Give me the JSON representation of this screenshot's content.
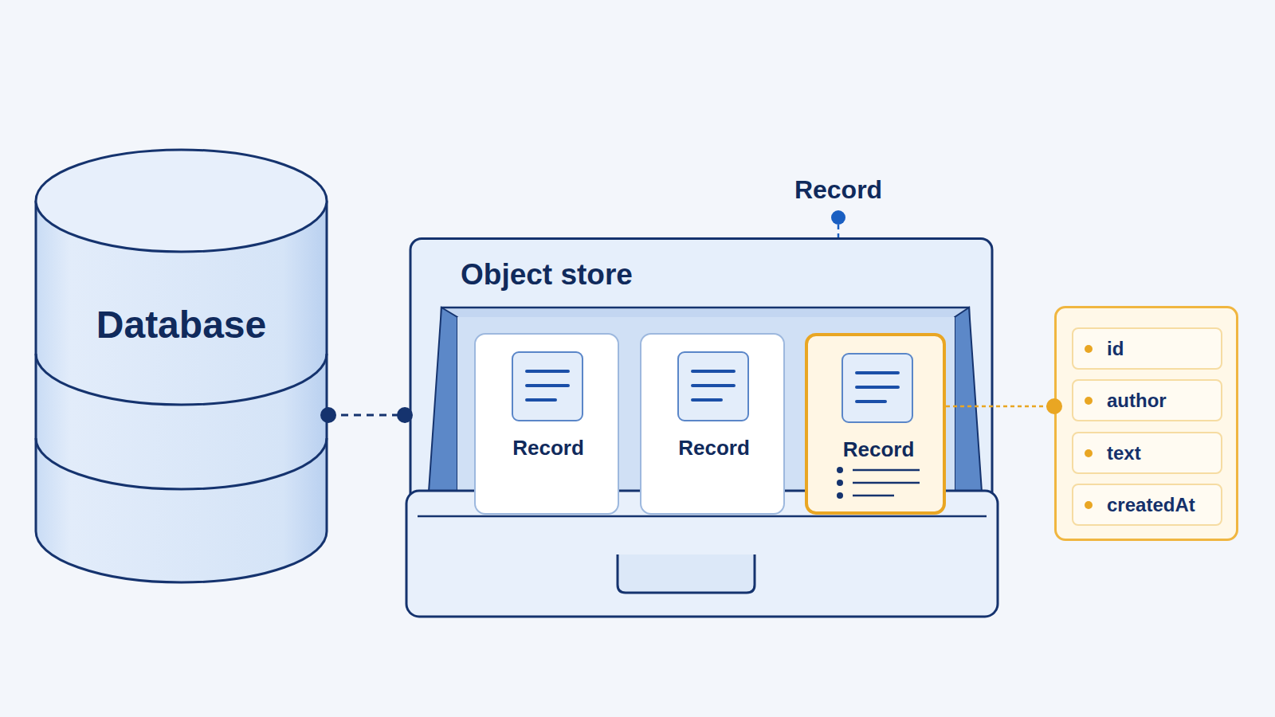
{
  "diagram": {
    "nodes": [
      {
        "text": [
          "Database"
        ]
      },
      {
        "text": [
          "Object store"
        ]
      },
      {
        "text": [
          "Record"
        ],
        "in": 1
      },
      {
        "text": [
          "Record"
        ],
        "in": 1
      },
      {
        "text": [
          "Record"
        ],
        "in": 1
      },
      {
        "text": [
          "id",
          "author",
          "text",
          "createdAt"
        ]
      }
    ],
    "edges": [
      {
        "from": 0,
        "to": 1,
        "arrow": "none"
      },
      {
        "from": 4,
        "to": 5,
        "arrow": "none"
      }
    ],
    "labels": [
      "Record"
    ]
  }
}
